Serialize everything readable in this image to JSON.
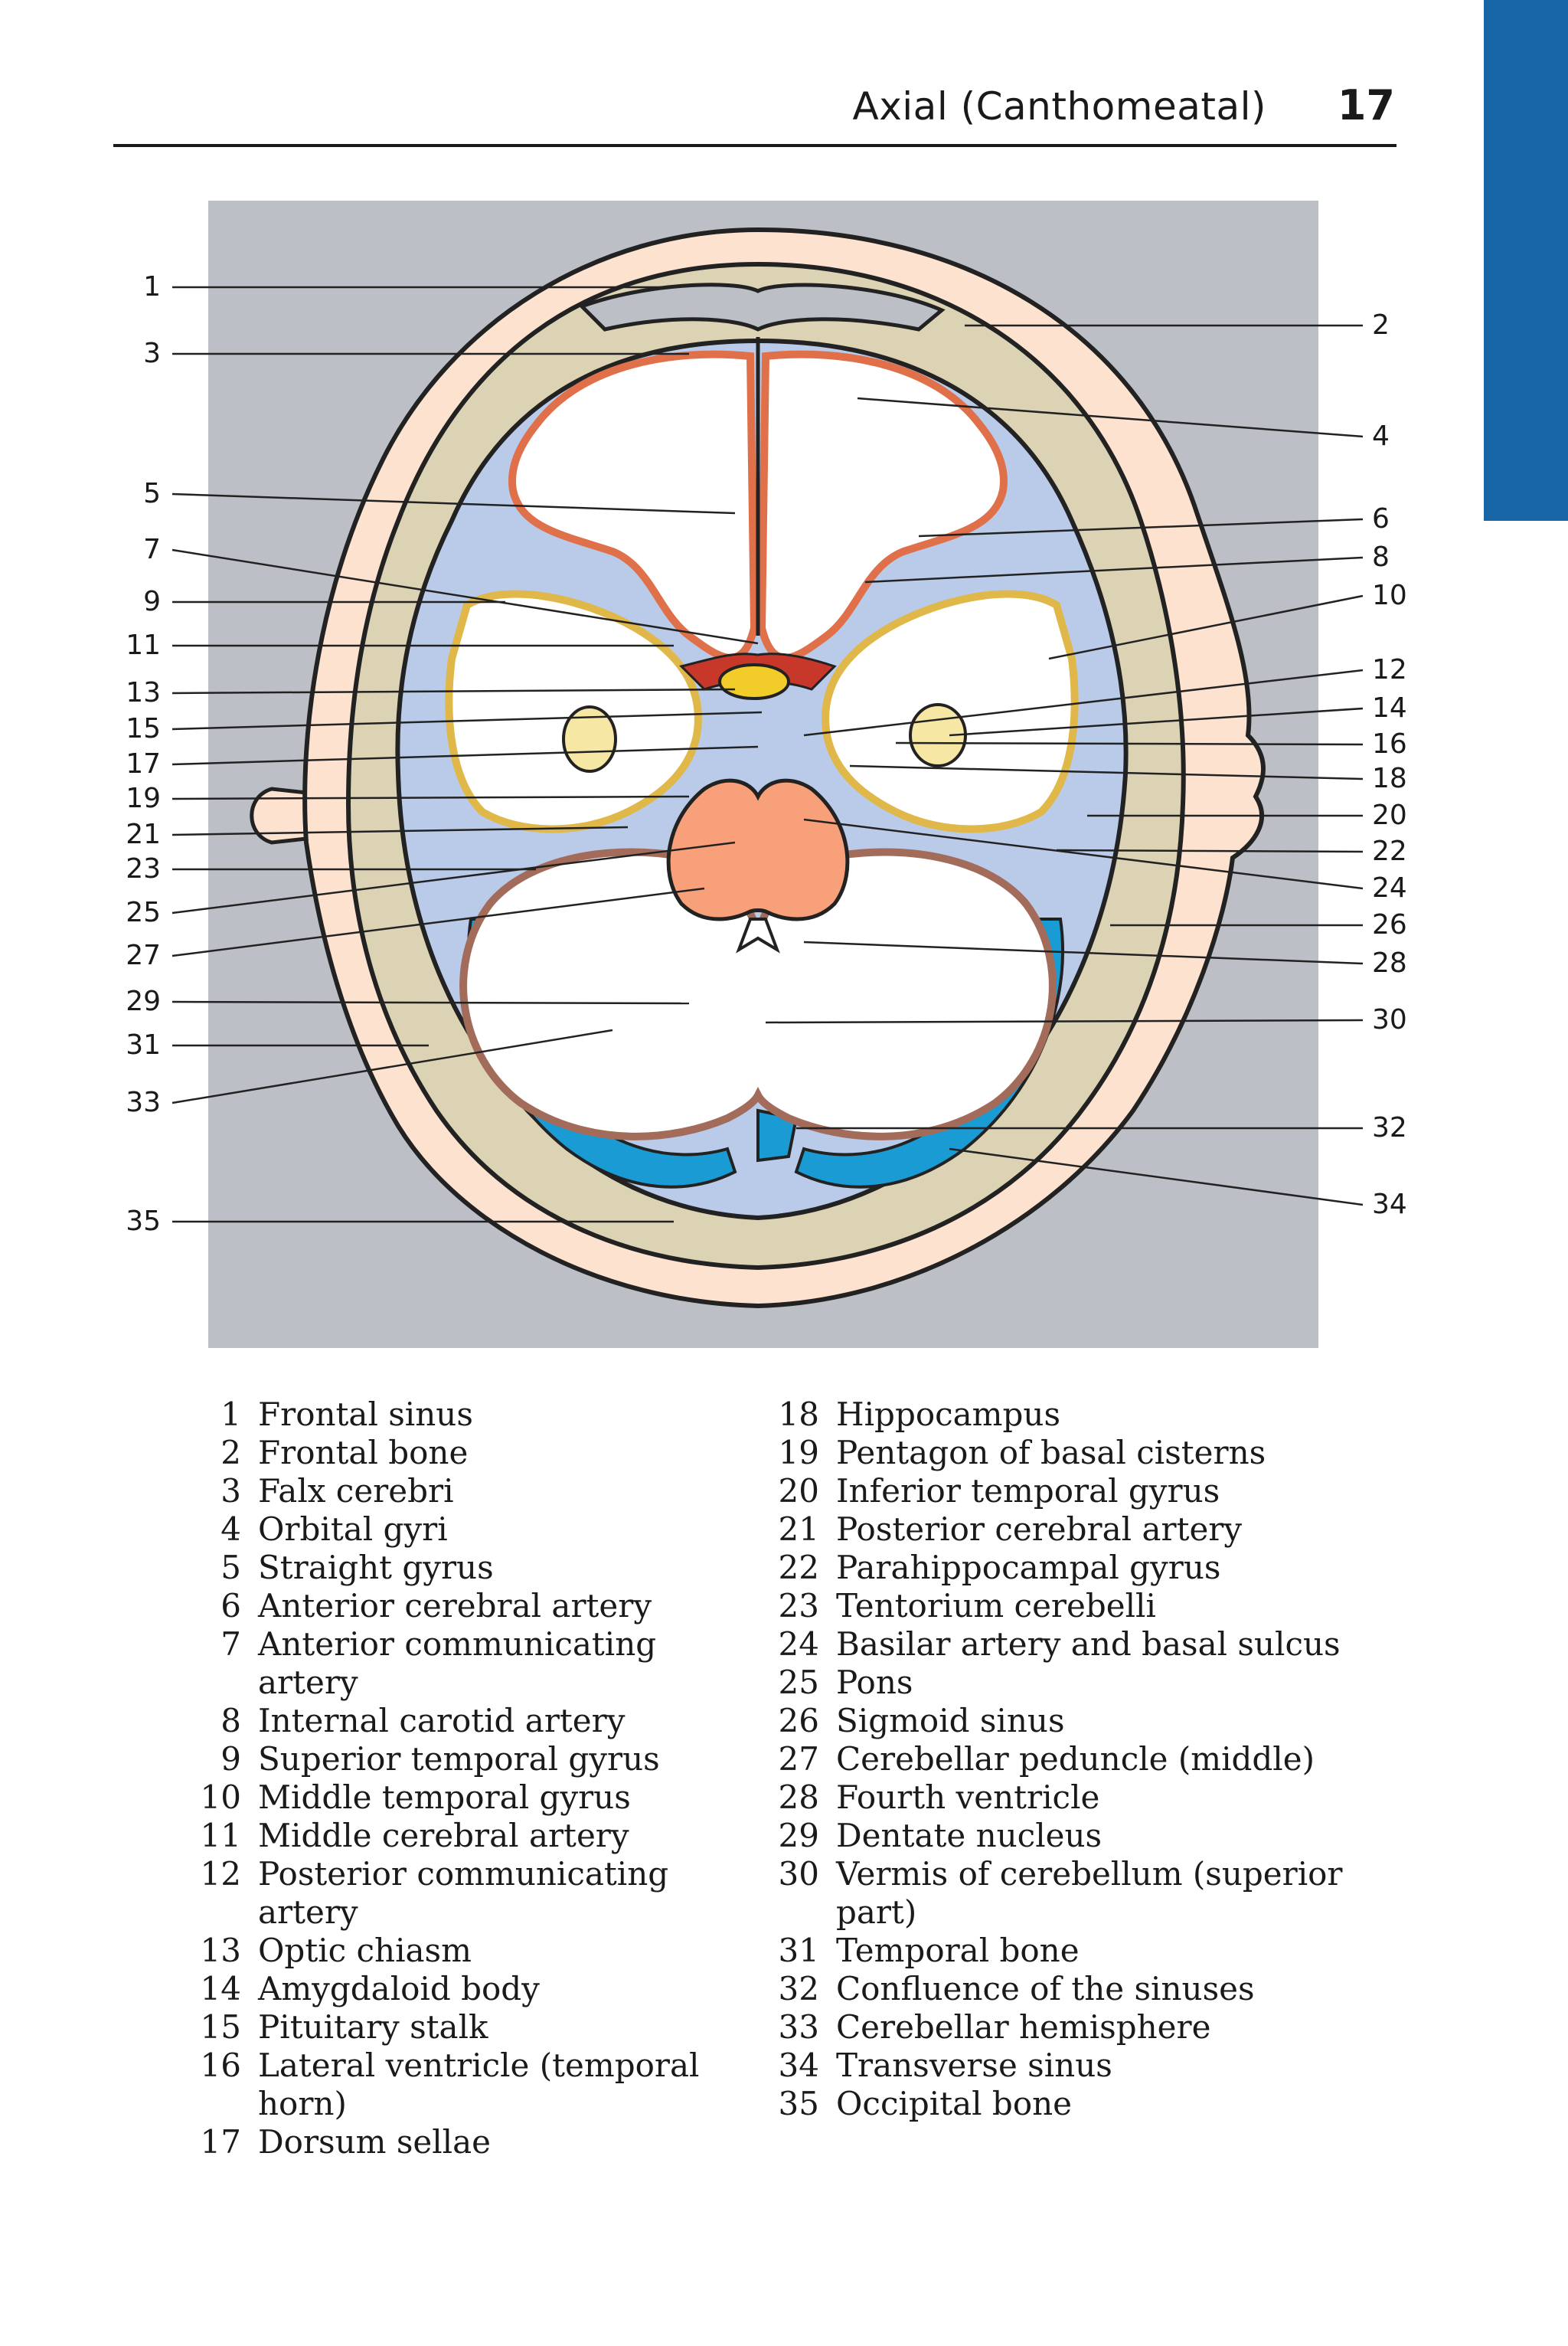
{
  "header": {
    "title": "Axial (Canthomeatal)",
    "page_number": "17"
  },
  "figure": {
    "left_labels": [
      "1",
      "3",
      "5",
      "7",
      "9",
      "11",
      "13",
      "15",
      "17",
      "19",
      "21",
      "23",
      "25",
      "27",
      "29",
      "31",
      "33",
      "35"
    ],
    "right_labels": [
      "2",
      "4",
      "6",
      "8",
      "10",
      "12",
      "14",
      "16",
      "18",
      "20",
      "22",
      "24",
      "26",
      "28",
      "30",
      "32",
      "34"
    ],
    "colors": {
      "background": "#bcbfc5",
      "skin": "#fde3cf",
      "bone": "#dcd3b5",
      "csf": "#b9cbe8",
      "cortex": "#e0704a",
      "temporal_lobe_outline": "#e0b84a",
      "brainstem": "#f7a07a",
      "artery": "#c8382a",
      "cerebellum_folia": "#a36b5a",
      "venous_sinus": "#1a9bd3",
      "muscle": "#ee9c9c"
    }
  },
  "legend": {
    "col1": [
      {
        "num": "1",
        "text": "Frontal sinus"
      },
      {
        "num": "2",
        "text": "Frontal bone"
      },
      {
        "num": "3",
        "text": "Falx cerebri"
      },
      {
        "num": "4",
        "text": "Orbital gyri"
      },
      {
        "num": "5",
        "text": "Straight gyrus"
      },
      {
        "num": "6",
        "text": "Anterior cerebral artery"
      },
      {
        "num": "7",
        "text": "Anterior communicating artery"
      },
      {
        "num": "8",
        "text": "Internal carotid artery"
      },
      {
        "num": "9",
        "text": "Superior temporal gyrus"
      },
      {
        "num": "10",
        "text": "Middle temporal gyrus"
      },
      {
        "num": "11",
        "text": "Middle cerebral artery"
      },
      {
        "num": "12",
        "text": "Posterior communicating artery"
      },
      {
        "num": "13",
        "text": "Optic chiasm"
      },
      {
        "num": "14",
        "text": "Amygdaloid body"
      },
      {
        "num": "15",
        "text": "Pituitary stalk"
      },
      {
        "num": "16",
        "text": "Lateral ventricle (temporal horn)"
      },
      {
        "num": "17",
        "text": "Dorsum sellae"
      }
    ],
    "col2": [
      {
        "num": "18",
        "text": "Hippocampus"
      },
      {
        "num": "19",
        "text": "Pentagon of basal cisterns"
      },
      {
        "num": "20",
        "text": "Inferior temporal gyrus"
      },
      {
        "num": "21",
        "text": "Posterior cerebral artery"
      },
      {
        "num": "22",
        "text": "Parahippocampal gyrus"
      },
      {
        "num": "23",
        "text": "Tentorium cerebelli"
      },
      {
        "num": "24",
        "text": "Basilar artery and basal sulcus"
      },
      {
        "num": "25",
        "text": "Pons"
      },
      {
        "num": "26",
        "text": "Sigmoid sinus"
      },
      {
        "num": "27",
        "text": "Cerebellar peduncle (middle)"
      },
      {
        "num": "28",
        "text": "Fourth ventricle"
      },
      {
        "num": "29",
        "text": "Dentate nucleus"
      },
      {
        "num": "30",
        "text": "Vermis of cerebellum (superior part)"
      },
      {
        "num": "31",
        "text": "Temporal bone"
      },
      {
        "num": "32",
        "text": "Confluence of the sinuses"
      },
      {
        "num": "33",
        "text": "Cerebellar hemisphere"
      },
      {
        "num": "34",
        "text": "Transverse sinus"
      },
      {
        "num": "35",
        "text": "Occipital bone"
      }
    ]
  }
}
